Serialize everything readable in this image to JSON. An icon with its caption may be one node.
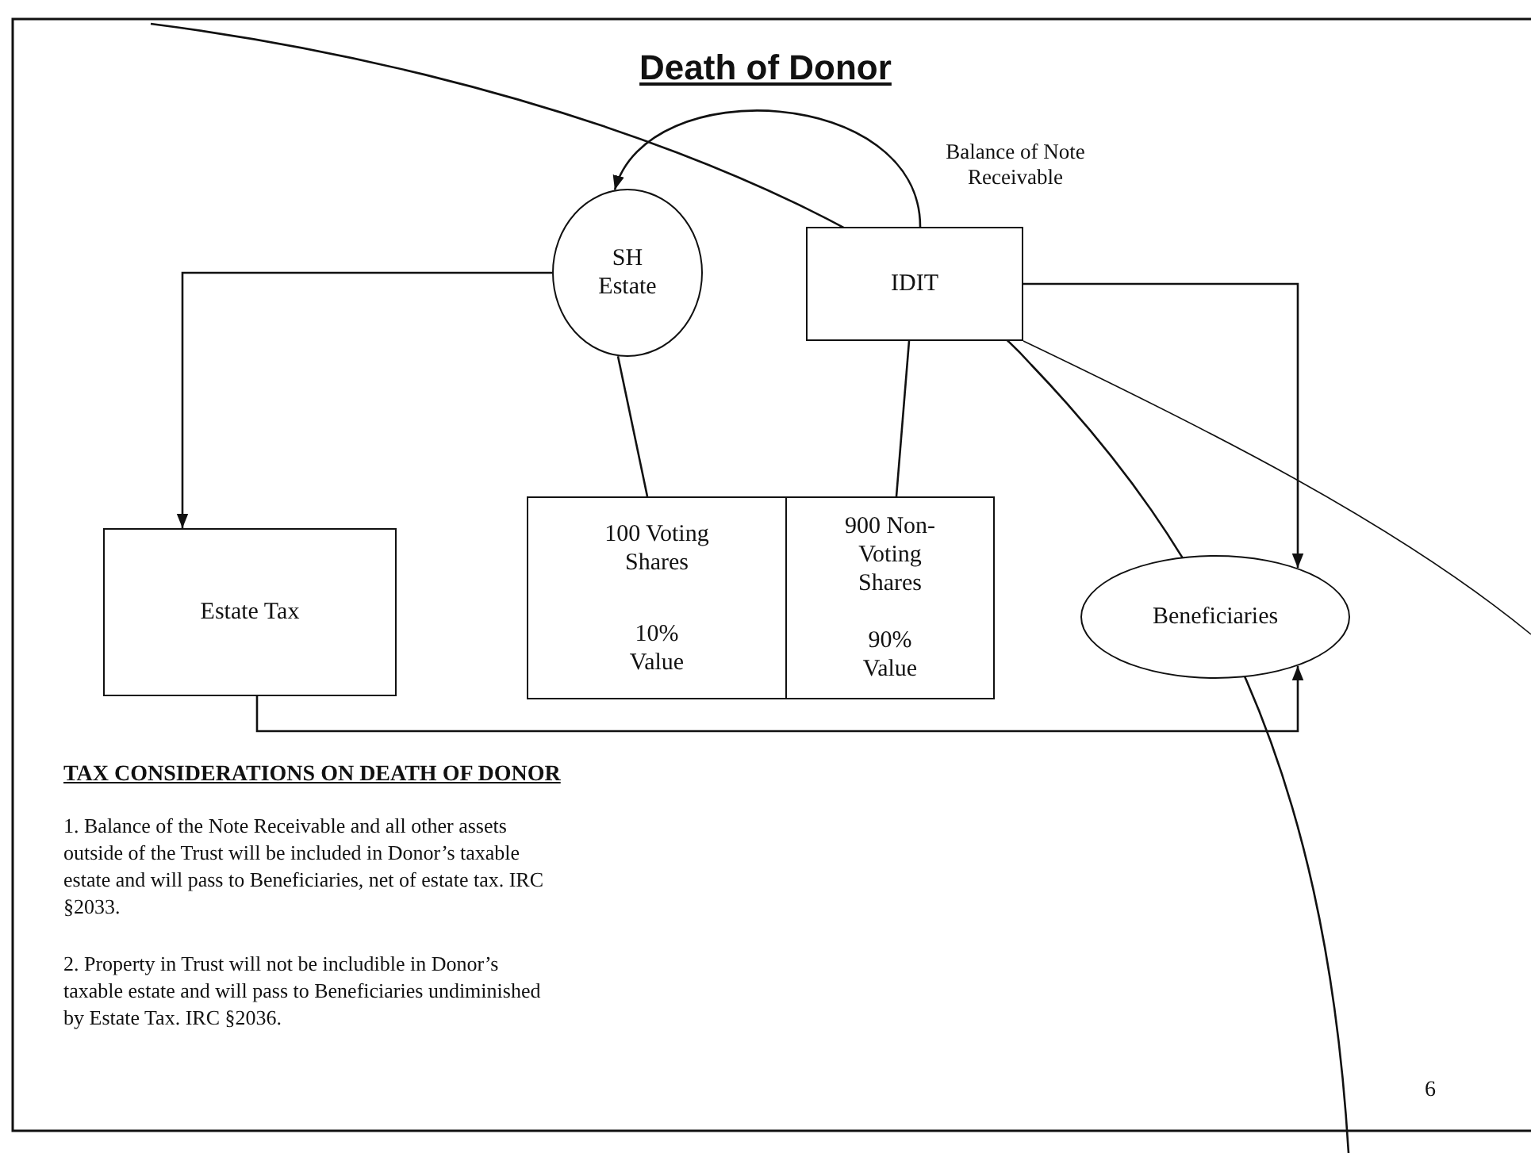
{
  "diagram": {
    "title": "Death of Donor",
    "nodes": [
      {
        "text": [
          "SH Estate"
        ]
      },
      {
        "text": [
          "IDIT"
        ]
      },
      {
        "text": [
          "Estate Tax"
        ]
      },
      {
        "text": [
          "100 Voting Shares",
          "10% Value"
        ]
      },
      {
        "text": [
          "900 Non-Voting Shares",
          "90% Value"
        ]
      },
      {
        "text": [
          "Beneficiaries"
        ]
      }
    ],
    "edges": [
      {
        "from": 1,
        "to": 0,
        "arrow": "to",
        "label": "Balance of Note Receivable"
      },
      {
        "from": 0,
        "to": 2,
        "arrow": "to"
      },
      {
        "from": 0,
        "to": 3,
        "arrow": "none"
      },
      {
        "from": 1,
        "to": 4,
        "arrow": "none"
      },
      {
        "from": 1,
        "to": 5,
        "arrow": "to"
      },
      {
        "from": 2,
        "to": 5,
        "arrow": "to"
      }
    ],
    "labels": [
      "TAX CONSIDERATIONS ON DEATH OF DONOR",
      "1.  Balance of the Note Receivable and all other assets outside of the Trust will be included in Donor’s taxable estate and will pass to Beneficiaries, net of estate tax. IRC §2033.",
      "2.  Property in Trust will not be includible in Donor’s taxable estate and will pass to Beneficiaries undiminished by Estate Tax. IRC §2036.",
      "6"
    ]
  }
}
